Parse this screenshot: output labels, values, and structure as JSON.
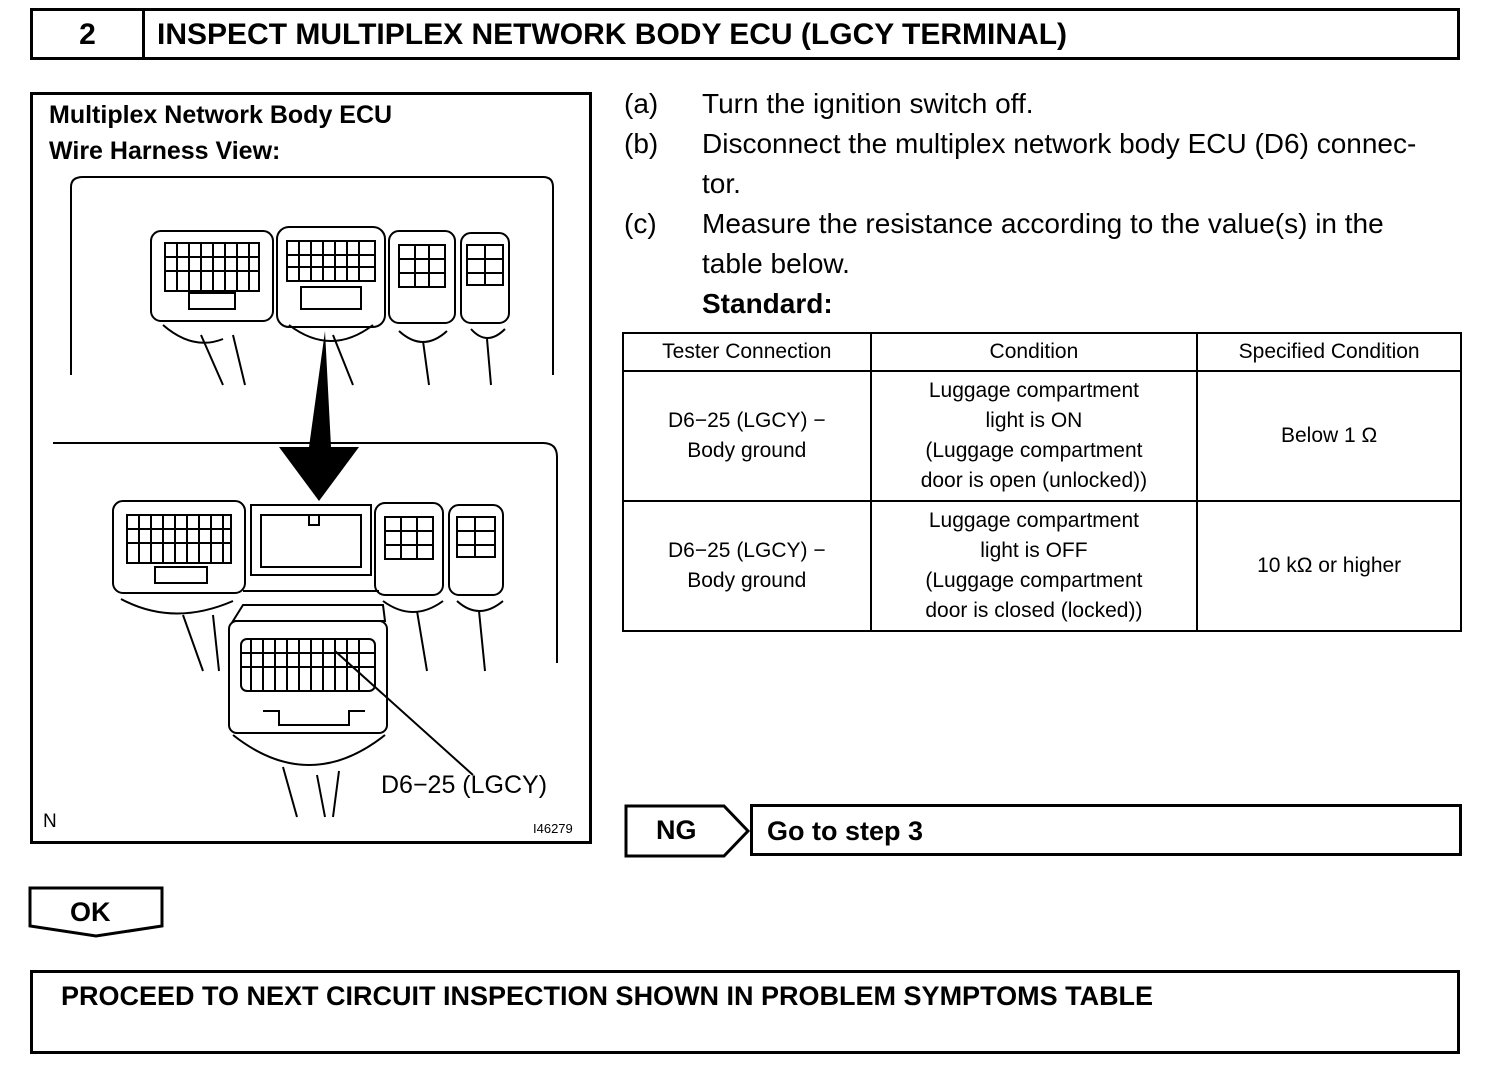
{
  "step": {
    "number": "2",
    "title": "INSPECT MULTIPLEX NETWORK BODY ECU (LGCY TERMINAL)"
  },
  "figure": {
    "title_line1": "Multiplex Network Body ECU",
    "title_line2": "Wire Harness View:",
    "callout": "D6−25 (LGCY)",
    "corner_mark": "N",
    "figure_id": "I46279"
  },
  "procedure": [
    {
      "letter": "(a)",
      "lines": [
        "Turn the ignition switch off."
      ]
    },
    {
      "letter": "(b)",
      "lines": [
        "Disconnect the multiplex network body ECU (D6) connec-",
        "tor."
      ]
    },
    {
      "letter": "(c)",
      "lines": [
        "Measure the resistance according to the value(s) in the",
        "table below."
      ]
    }
  ],
  "standard_label": "Standard:",
  "table": {
    "headers": [
      "Tester Connection",
      "Condition",
      "Specified Condition"
    ],
    "rows": [
      {
        "connection": [
          "D6−25 (LGCY) −",
          "Body ground"
        ],
        "condition": [
          "Luggage compartment",
          "light is ON",
          "(Luggage compartment",
          "door is open (unlocked))"
        ],
        "specified": "Below 1 Ω"
      },
      {
        "connection": [
          "D6−25 (LGCY) −",
          "Body ground"
        ],
        "condition": [
          "Luggage compartment",
          "light is OFF",
          "(Luggage compartment",
          "door is closed (locked))"
        ],
        "specified": "10 kΩ or higher"
      }
    ]
  },
  "ng": {
    "label": "NG",
    "text": "Go to step 3"
  },
  "ok": {
    "label": "OK"
  },
  "proceed": {
    "text": "PROCEED TO NEXT CIRCUIT INSPECTION SHOWN IN PROBLEM SYMPTOMS TABLE"
  }
}
